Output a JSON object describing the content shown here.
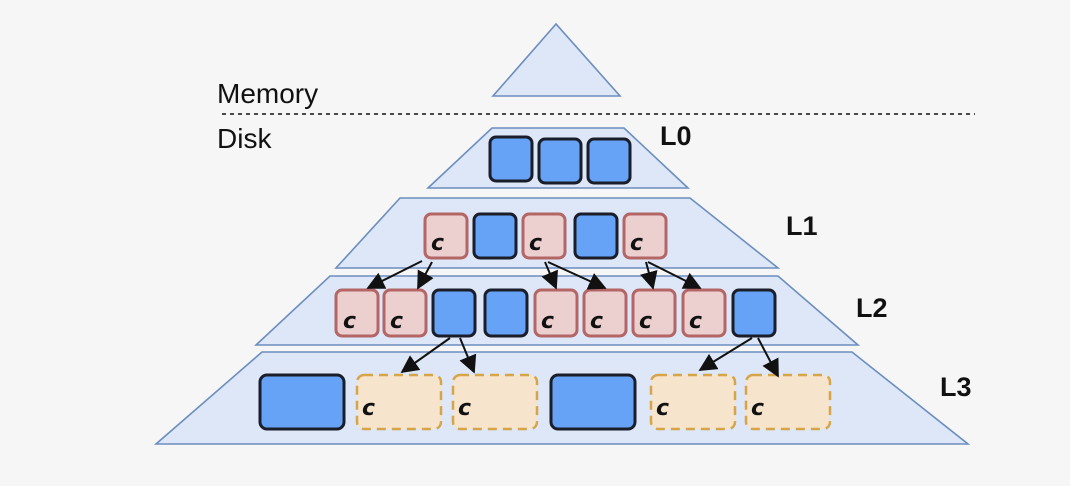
{
  "labels": {
    "memory": "Memory",
    "disk": "Disk",
    "levels": [
      "L0",
      "L1",
      "L2",
      "L3"
    ]
  },
  "block_mark": "c",
  "colors": {
    "tier_fill": "#dde7f7",
    "tier_stroke": "#6c8ebf",
    "sstable_fill": "#66a3f7",
    "compacting_fill": "#ecd0d0",
    "compacting_stroke": "#b46666",
    "new_fill": "#f6e4cd",
    "new_stroke": "#d6a54a"
  },
  "levels": [
    {
      "name": "L0",
      "blocks": [
        "blue",
        "blue",
        "blue"
      ]
    },
    {
      "name": "L1",
      "blocks": [
        "pink",
        "blue",
        "pink",
        "blue",
        "pink"
      ]
    },
    {
      "name": "L2",
      "blocks": [
        "pink",
        "pink",
        "blue",
        "blue",
        "pink",
        "pink",
        "pink",
        "pink",
        "blue"
      ]
    },
    {
      "name": "L3",
      "blocks": [
        "blue",
        "cream",
        "cream",
        "blue",
        "cream",
        "cream"
      ]
    }
  ]
}
